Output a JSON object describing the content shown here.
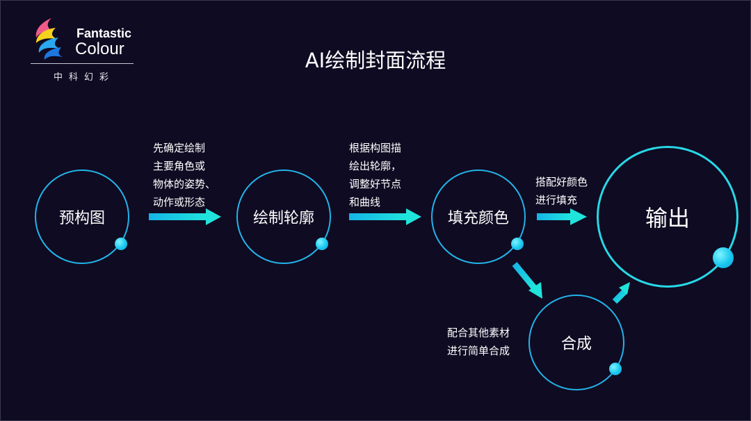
{
  "logo": {
    "name_line1": "Fantastic",
    "name_line2": "Colour",
    "chinese": "中科幻彩"
  },
  "title": "AI绘制封面流程",
  "nodes": {
    "sketch": "预构图",
    "outline": "绘制轮廓",
    "fill": "填充颜色",
    "output": "输出",
    "composite": "合成"
  },
  "descriptions": {
    "step1": [
      "先确定绘制",
      "主要角色或",
      "物体的姿势、",
      "动作或形态"
    ],
    "step2": [
      "根据构图描",
      "绘出轮廓，",
      "调整好节点",
      "和曲线"
    ],
    "step3": [
      "搭配好颜色",
      "进行填充"
    ],
    "step4": [
      "配合其他素材",
      "进行简单合成"
    ]
  },
  "colors": {
    "background": "#0f0b22",
    "ring_cyan": "#2ee6e0",
    "ring_blue": "#2a8cf0",
    "arrow": "#18d6e8"
  }
}
